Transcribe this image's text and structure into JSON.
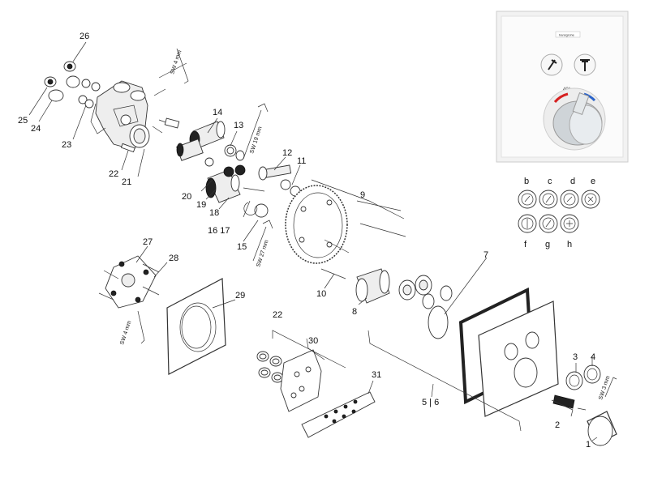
{
  "labels": {
    "n1": "1",
    "n2": "2",
    "n3": "3",
    "n4": "4",
    "n56": "5 | 6",
    "n7": "7",
    "n8": "8",
    "n9": "9",
    "n10": "10",
    "n11": "11",
    "n12": "12",
    "n13": "13",
    "n14": "14",
    "n15": "15",
    "n1617": "16 17",
    "n18": "18",
    "n19": "19",
    "n20": "20",
    "n21": "21",
    "n22a": "22",
    "n22b": "22",
    "n23": "23",
    "n24": "24",
    "n25": "25",
    "n26": "26",
    "n27": "27",
    "n28": "28",
    "n29": "29",
    "n30": "30",
    "n31": "31"
  },
  "letters": {
    "b": "b",
    "c": "c",
    "d": "d",
    "e": "e",
    "f": "f",
    "g": "g",
    "h": "h"
  },
  "tools": {
    "sw4_top": "SW 4 mm",
    "sw19": "SW 19 mm",
    "sw27": "SW 27 mm",
    "sw4_left": "SW 4 mm",
    "sw3": "SW 3 mm"
  },
  "product": {
    "brand": "hansgrohe",
    "temp": "40°"
  },
  "colors": {
    "line": "#333333",
    "hot": "#d62020",
    "cold": "#2a63c9"
  }
}
